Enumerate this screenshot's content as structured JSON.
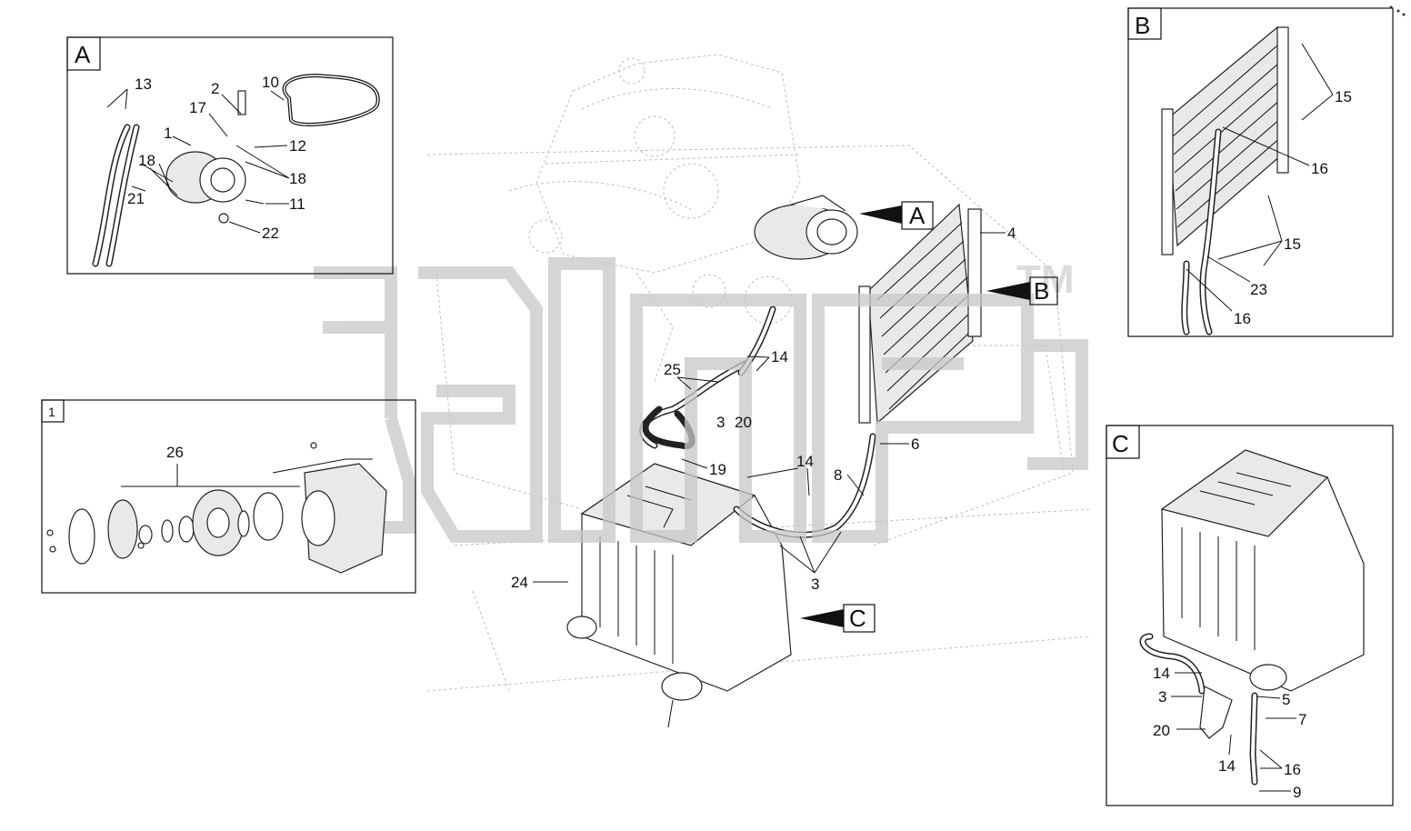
{
  "views": {
    "A": {
      "tag": "A",
      "labels": [
        "13",
        "2",
        "10",
        "17",
        "1",
        "12",
        "18",
        "18",
        "21",
        "11",
        "22"
      ]
    },
    "one": {
      "tag": "1",
      "labels": [
        "26"
      ]
    },
    "B": {
      "tag": "B",
      "labels": [
        "15",
        "16",
        "15",
        "23",
        "16"
      ]
    },
    "C": {
      "tag": "C",
      "labels": [
        "14",
        "3",
        "5",
        "7",
        "20",
        "14",
        "16",
        "9"
      ]
    }
  },
  "main": {
    "callouts": {
      "A": "A",
      "B": "B",
      "C": "C"
    },
    "labels": [
      "4",
      "14",
      "25",
      "3",
      "20",
      "19",
      "6",
      "14",
      "8",
      "3",
      "24"
    ]
  },
  "watermark": {
    "tm": "TM"
  }
}
